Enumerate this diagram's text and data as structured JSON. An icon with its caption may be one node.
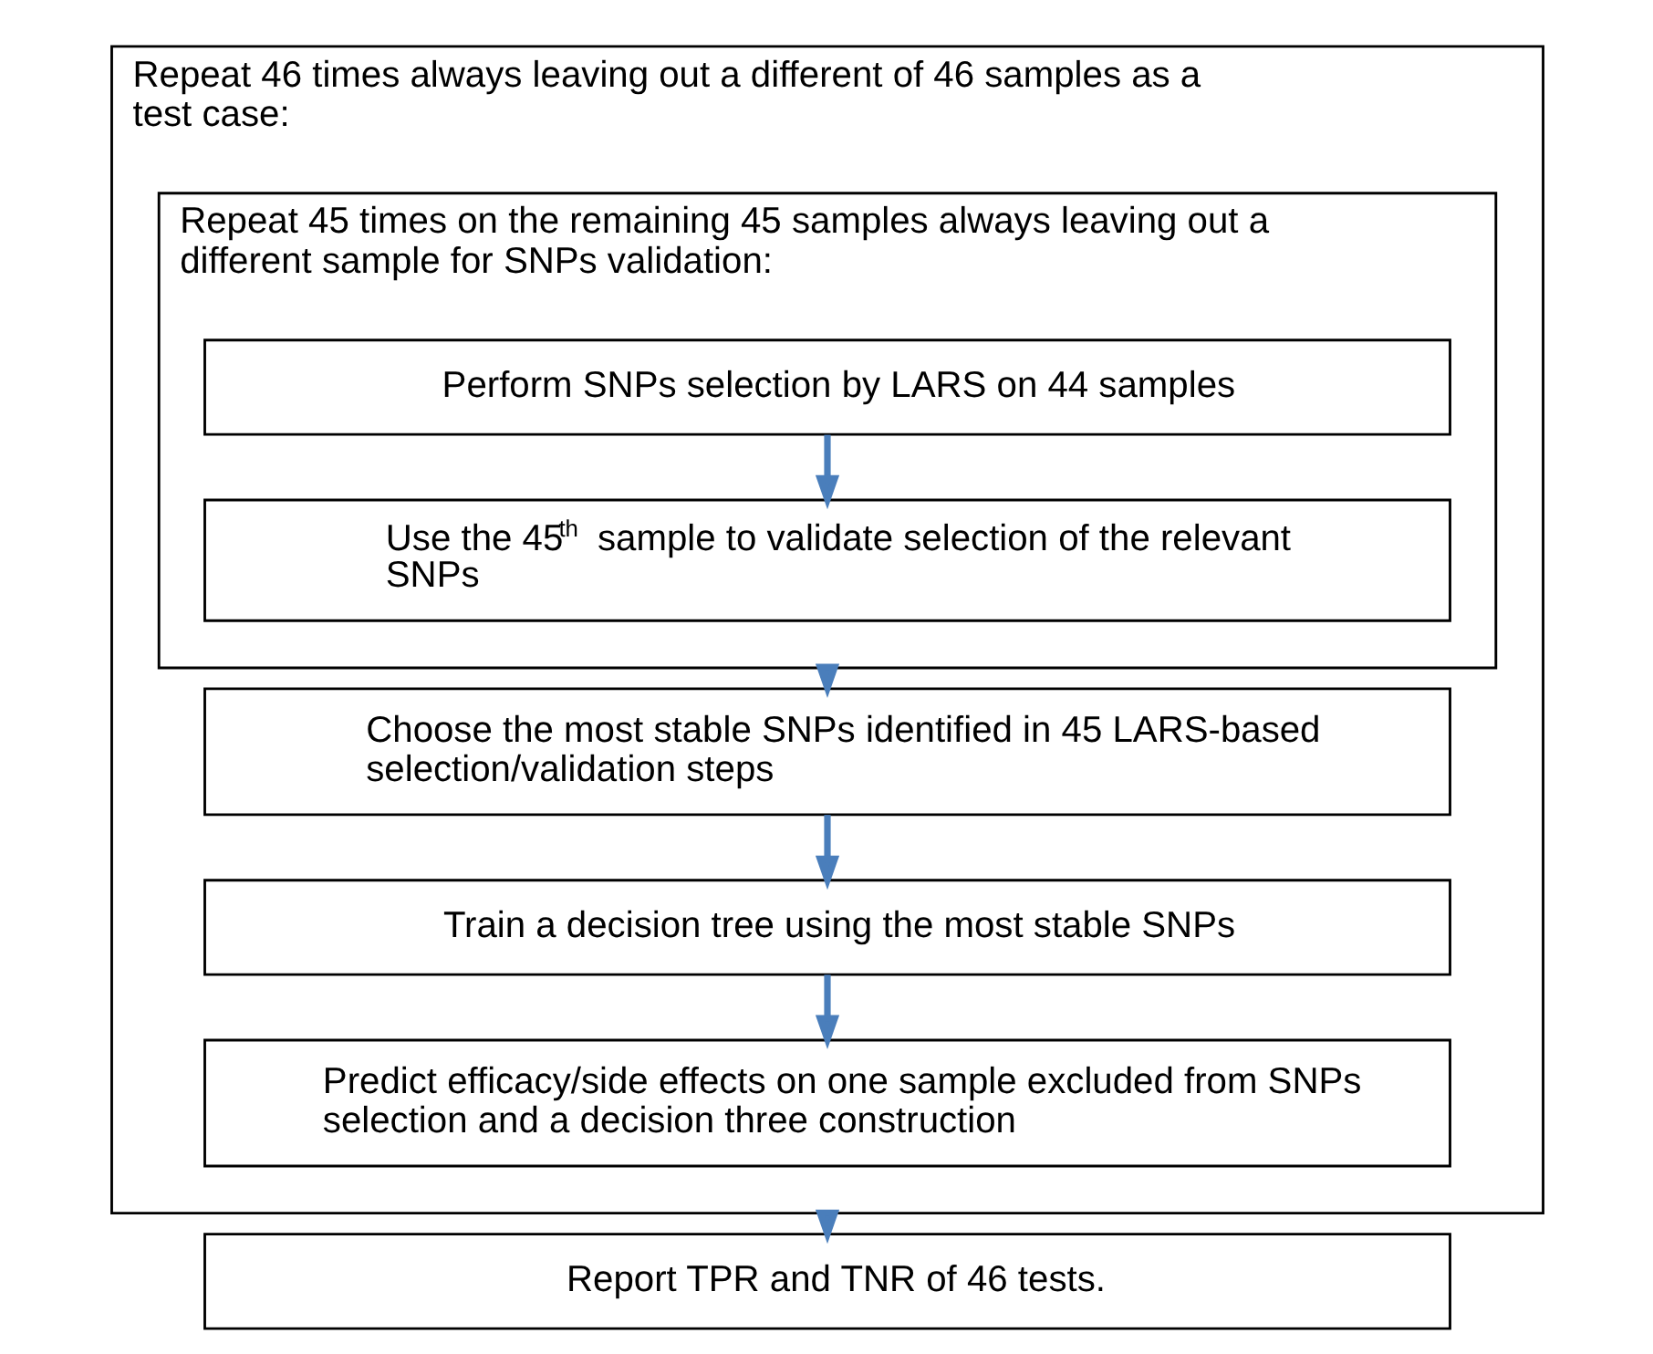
{
  "diagram": {
    "nodes": [
      {
        "text": [
          "Repeat 46 times always leaving out a different of 46 samples as a test case:"
        ]
      },
      {
        "text": [
          "Repeat 45 times on the remaining 45 samples always leaving out a different sample for SNPs validation:"
        ],
        "in": 0
      },
      {
        "text": [
          "Perform SNPs selection by LARS on 44 samples"
        ],
        "in": 1
      },
      {
        "text": [
          "Use the 45$^{th}$ sample to validate selection of the relevant SNPs"
        ],
        "in": 1
      },
      {
        "text": [
          "Choose the most stable SNPs identified in 45 LARS-based selection/validation steps"
        ],
        "in": 0
      },
      {
        "text": [
          "Train a decision tree using the most stable SNPs"
        ],
        "in": 0
      },
      {
        "text": [
          "Predict efficacy/side effects on one sample excluded from SNPs selection and a decision three construction"
        ],
        "in": 0
      },
      {
        "text": [
          "Report TPR and TNR of 46 tests."
        ]
      }
    ],
    "edges": [
      {
        "from": 2,
        "to": 3,
        "arrow": "to"
      },
      {
        "from": 1,
        "to": 4,
        "arrow": "to"
      },
      {
        "from": 4,
        "to": 5,
        "arrow": "to"
      },
      {
        "from": 5,
        "to": 6,
        "arrow": "to"
      },
      {
        "from": 0,
        "to": 7,
        "arrow": "to"
      }
    ]
  }
}
